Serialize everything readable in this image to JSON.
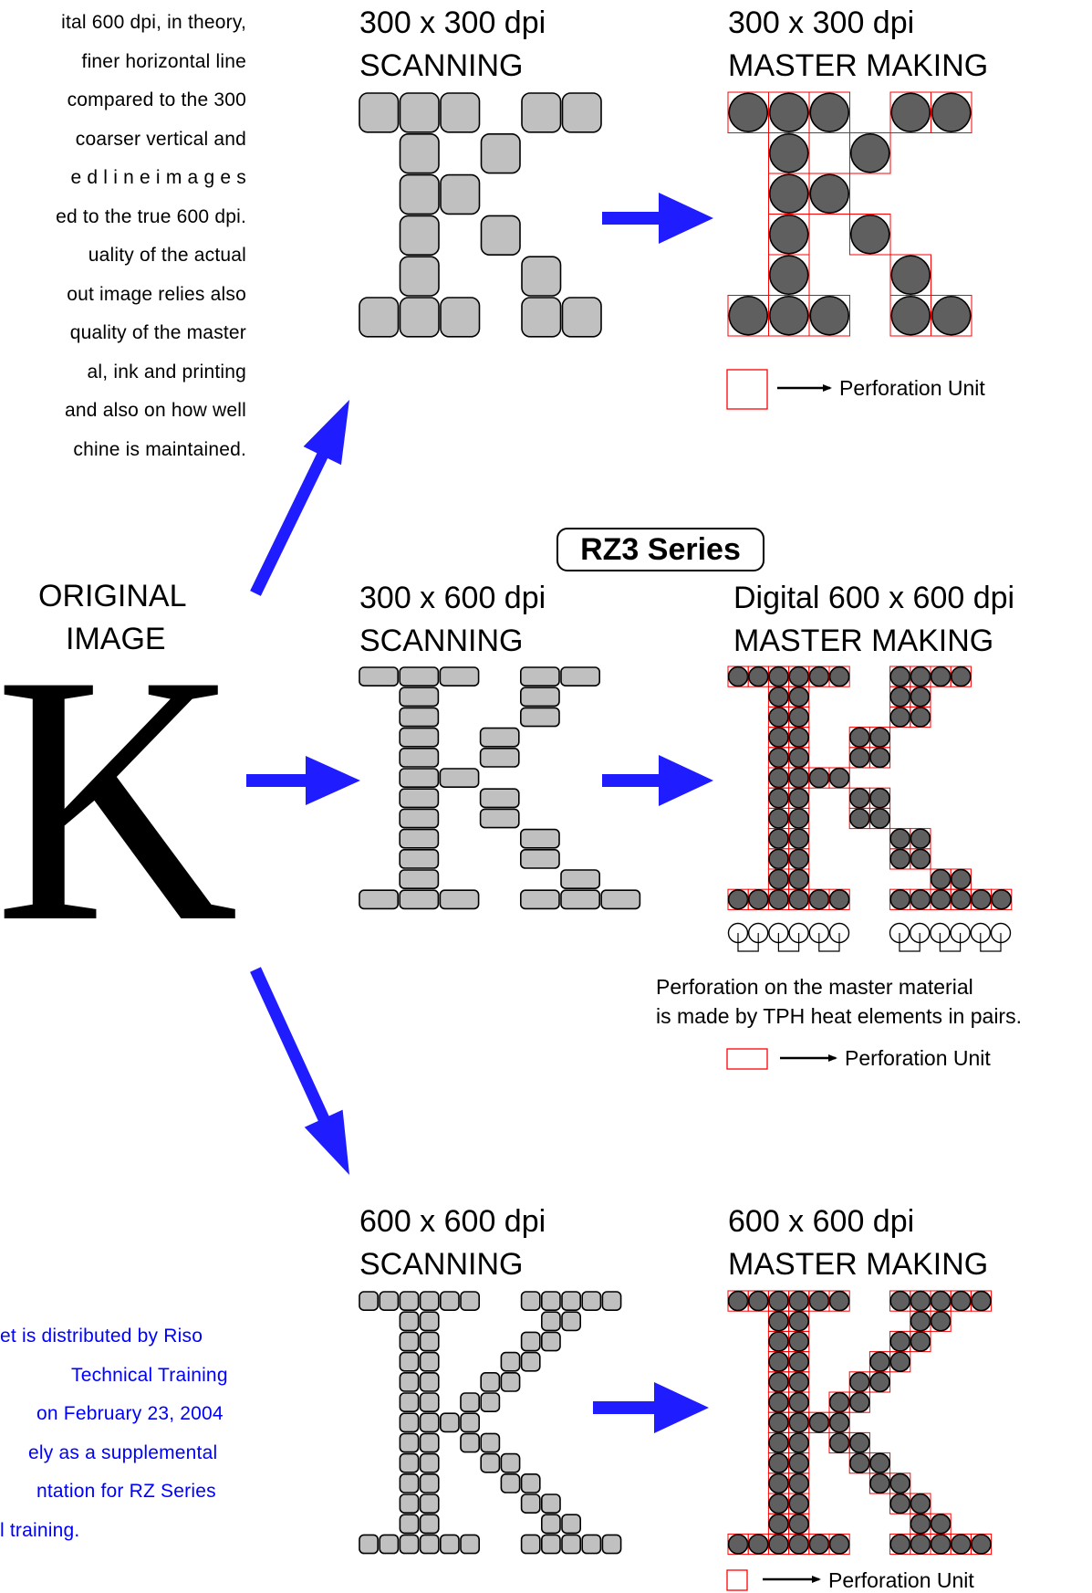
{
  "intro_lines": [
    "ital 600 dpi, in theory,",
    "finer horizontal line",
    "compared to the 300",
    "coarser vertical and",
    "e d   l i n e   i m a g e s",
    "ed to the true 600 dpi.",
    "uality of the actual",
    "out image relies also",
    "quality of the master",
    "al, ink and printing",
    "and also on how well",
    "chine is maintained."
  ],
  "distribution_note_lines": [
    "et is distributed by Riso",
    "Technical Training",
    "on February 23, 2004",
    "ely as a supplemental",
    "ntation for RZ Series",
    "l training."
  ],
  "original": {
    "line1": "ORIGINAL",
    "line2": "IMAGE",
    "glyph": "K"
  },
  "series_badge": "RZ3 Series",
  "rows": [
    {
      "scan_title": [
        "300 x 300 dpi",
        "SCANNING"
      ],
      "master_title": [
        "300 x 300 dpi",
        "MASTER MAKING"
      ],
      "legend": "Perforation Unit"
    },
    {
      "scan_title": [
        "300 x 600 dpi",
        "SCANNING"
      ],
      "master_title": [
        "Digital 600 x 600 dpi",
        "MASTER MAKING"
      ],
      "caption": [
        "Perforation on the master material",
        "is made by TPH heat elements in pairs."
      ],
      "legend": "Perforation Unit"
    },
    {
      "scan_title": [
        "600 x 600 dpi",
        "SCANNING"
      ],
      "master_title": [
        "600 x 600 dpi",
        "MASTER MAKING"
      ],
      "legend": "Perforation Unit"
    }
  ],
  "colors": {
    "arrow": "#1f1cff",
    "scan_cell": "#c0c0c0",
    "master_dot": "#5f5f5f",
    "perforation_outline": "#ff0000",
    "note_text": "#0000ff"
  },
  "icons": [
    "blue-arrow-icon",
    "black-arrow-icon",
    "perforation-unit-icon",
    "heat-element-icon"
  ]
}
